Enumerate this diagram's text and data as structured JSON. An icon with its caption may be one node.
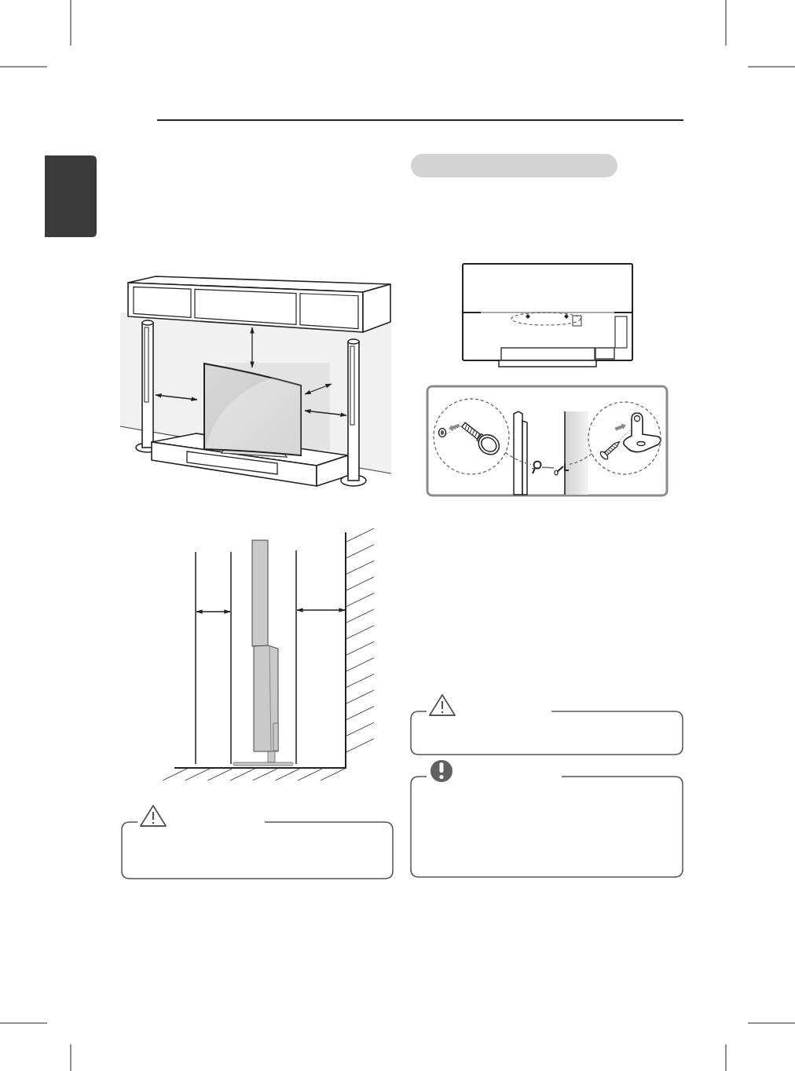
{
  "diagram": {
    "nodes": [
      {
        "text": [],
        "shape": "box"
      },
      {
        "text": [],
        "shape": "bar"
      },
      {
        "text": [],
        "shape": "circle"
      },
      {
        "text": [],
        "shape": "picture"
      },
      {
        "text": [],
        "shape": "picture"
      },
      {
        "text": [],
        "shape": "circle"
      }
    ],
    "edges": [
      {
        "from": 2,
        "to": 3,
        "arrow": "none",
        "style": "dashed"
      },
      {
        "from": 3,
        "to": 4,
        "arrow": "none"
      },
      {
        "from": 5,
        "to": 4,
        "arrow": "none",
        "style": "dashed"
      }
    ]
  }
}
